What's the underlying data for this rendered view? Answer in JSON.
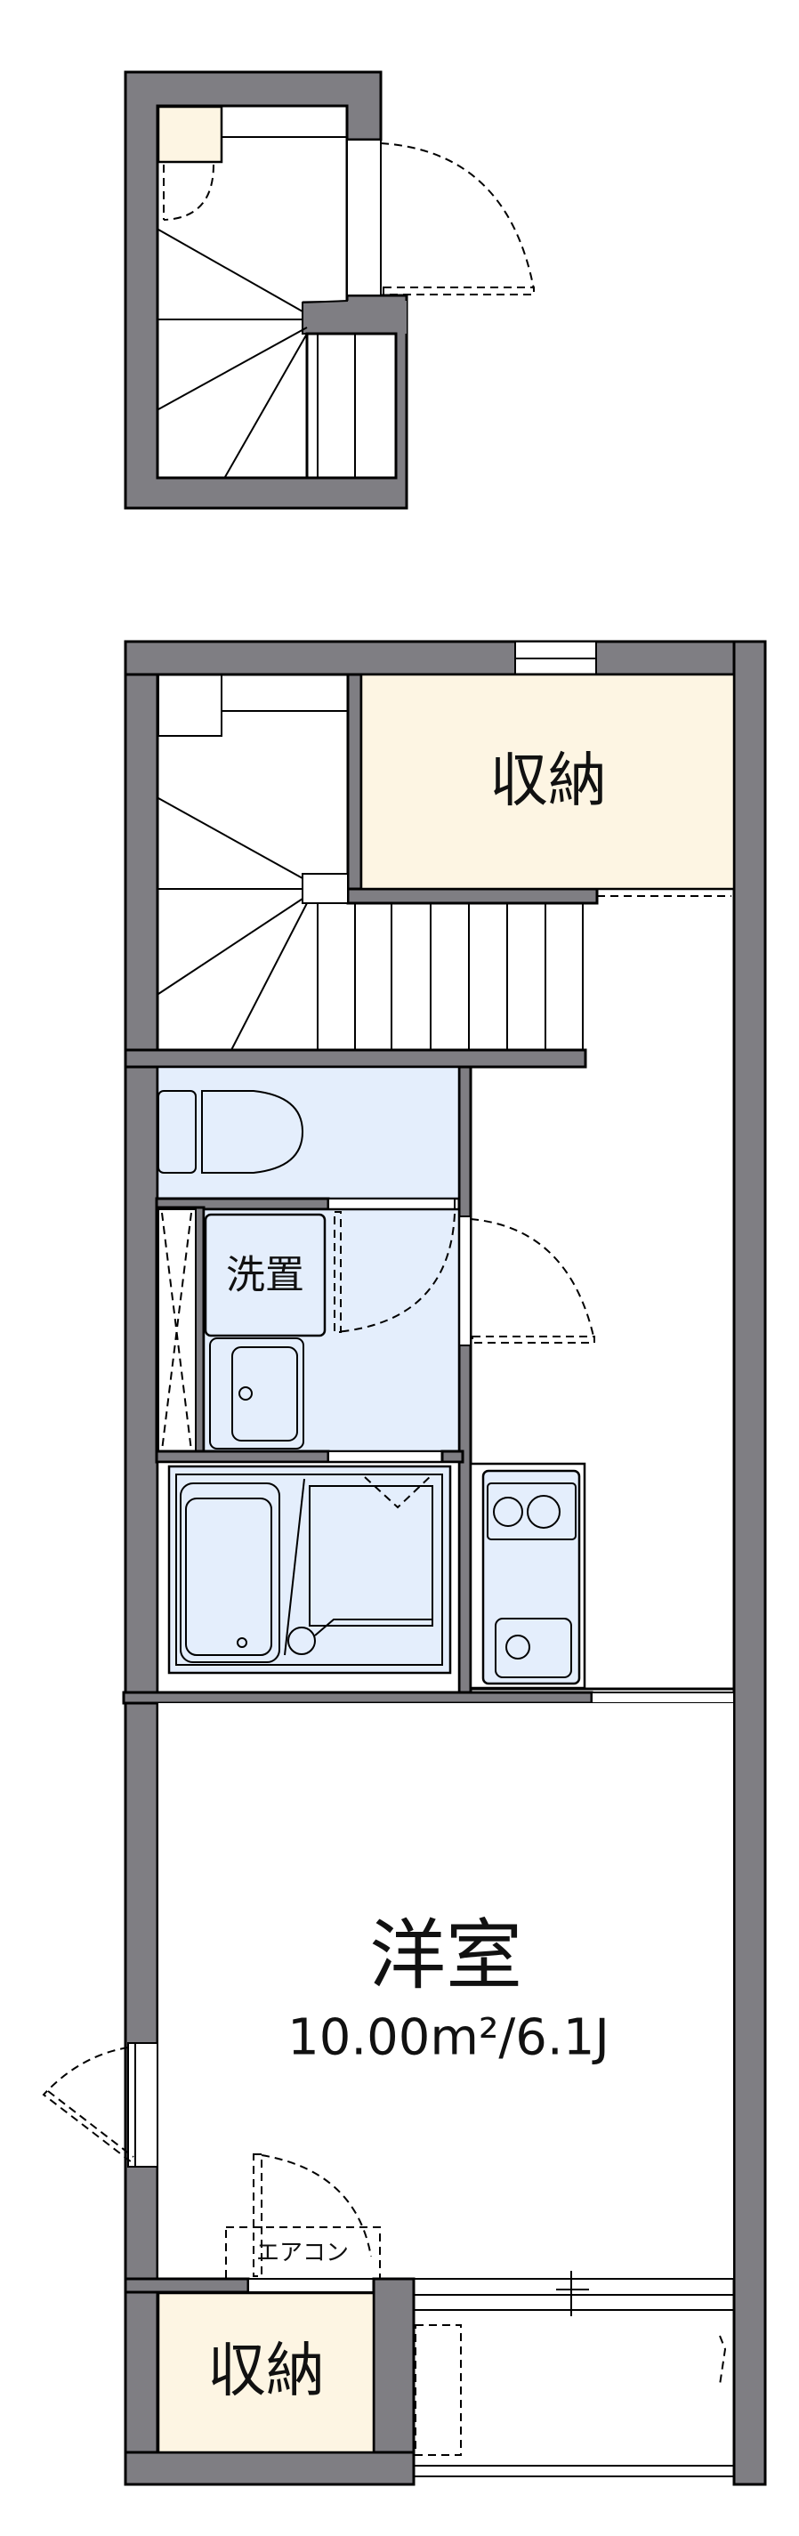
{
  "colors": {
    "wall": "#7f7e83",
    "wet_area": "#e4eefc",
    "storage": "#fdf5e3"
  },
  "labels": {
    "storage_upper": "収納",
    "washer_space": "洗置",
    "western_room": "洋室",
    "room_area": "10.00m²/6.1J",
    "air_conditioner": "エアコン",
    "storage_lower": "収納"
  }
}
